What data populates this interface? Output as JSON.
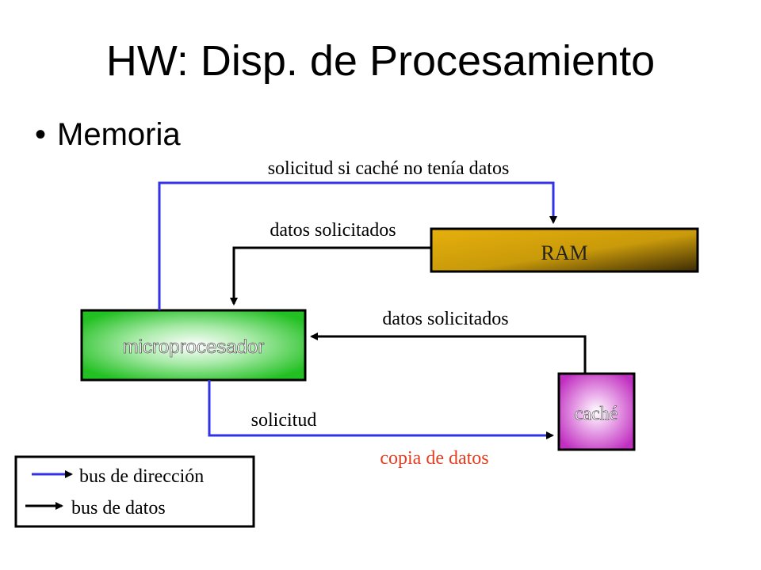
{
  "slide": {
    "title": "HW: Disp. de Procesamiento",
    "bullet": "Memoria"
  },
  "diagram": {
    "components": {
      "ram": "RAM",
      "microprocessor": "microprocesador",
      "cache": "caché"
    },
    "labels": {
      "request_if_cache_miss": "solicitud si caché no tenía datos",
      "data_from_ram": "datos solicitados",
      "data_from_cache": "datos solicitados",
      "request": "solicitud",
      "copy_data": "copia de datos"
    },
    "legend": {
      "address_bus": "bus de dirección",
      "data_bus": "bus de datos"
    },
    "colors": {
      "address_bus": "#3333e6",
      "data_bus": "#000000",
      "copy_label": "#e63c1e",
      "ram": "#d4a20a",
      "microprocessor": "#33cc33",
      "cache": "#cc33cc"
    }
  }
}
